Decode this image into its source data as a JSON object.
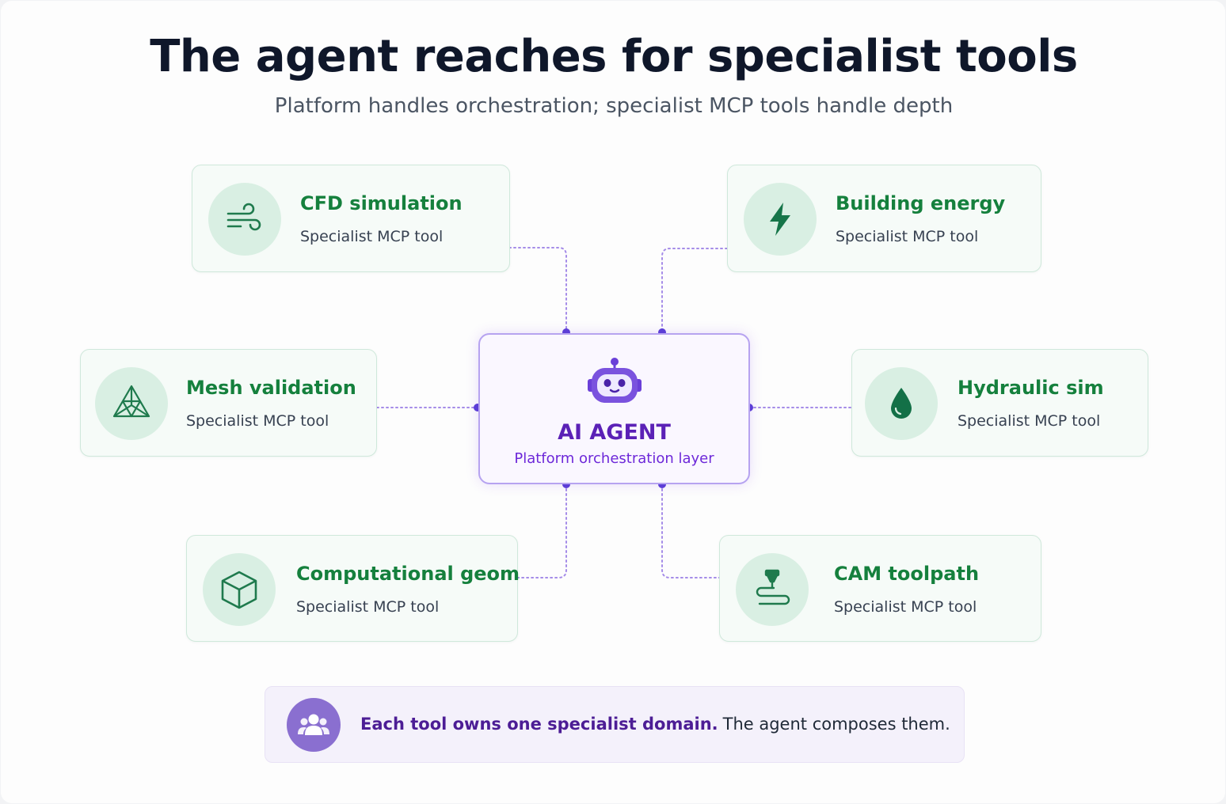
{
  "header": {
    "title": "The agent reaches for specialist tools",
    "subtitle": "Platform handles orchestration; specialist MCP tools handle depth"
  },
  "agent": {
    "title": "AI AGENT",
    "subtitle": "Platform orchestration layer",
    "icon": "robot-icon"
  },
  "tools": [
    {
      "name": "CFD simulation",
      "subtitle": "Specialist MCP tool",
      "icon": "wind-icon"
    },
    {
      "name": "Building energy",
      "subtitle": "Specialist MCP tool",
      "icon": "lightning-bolt-icon"
    },
    {
      "name": "Mesh validation",
      "subtitle": "Specialist MCP tool",
      "icon": "mesh-triangles-icon"
    },
    {
      "name": "Hydraulic sim",
      "subtitle": "Specialist MCP tool",
      "icon": "water-drop-icon"
    },
    {
      "name": "Computational geom",
      "subtitle": "Specialist MCP tool",
      "icon": "cube-icon"
    },
    {
      "name": "CAM toolpath",
      "subtitle": "Specialist MCP tool",
      "icon": "toolpath-icon"
    }
  ],
  "footer_note": {
    "strong": "Each tool owns one specialist domain.",
    "rest": "The agent composes them.",
    "icon": "users-icon"
  },
  "colors": {
    "tool_accent": "#15803d",
    "tool_circle": "#d9efe3",
    "agent_accent": "#6d28d9",
    "connector": "#8b6fe0"
  }
}
